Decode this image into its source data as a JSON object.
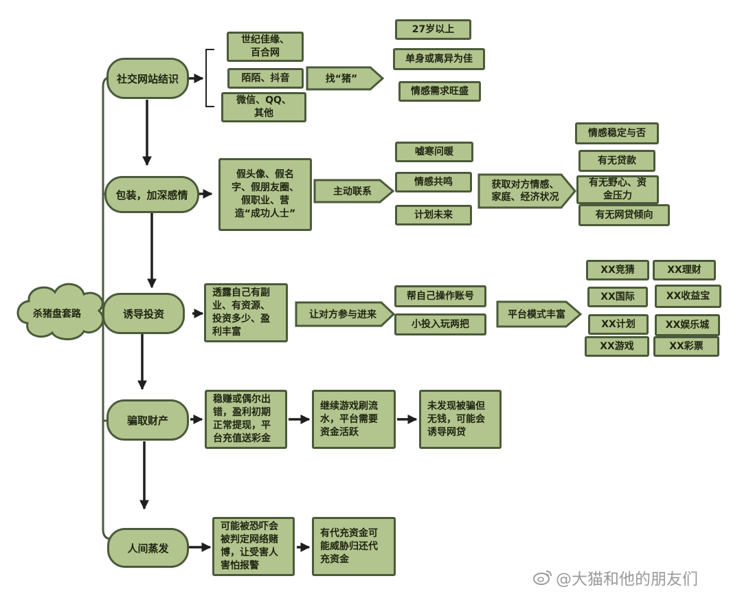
{
  "root": "杀猪盘套路",
  "stages": {
    "social": "社交网站结识",
    "package": "包装，加深感情",
    "invest": "诱导投资",
    "defraud": "骗取财产",
    "vanish": "人间蒸发"
  },
  "social": {
    "platforms": [
      "世纪佳缘、\n百合网",
      "陌陌、抖音",
      "微信、QQ、\n其他"
    ],
    "find_pig": "找“猪”",
    "criteria": [
      "27岁以上",
      "单身或离异为佳",
      "情感需求旺盛"
    ]
  },
  "package": {
    "fake": "假头像、假名\n字、假朋友圈、\n假职业、营\n造“成功人士”",
    "contact": "主动联系",
    "actions": [
      "嘘寒问暖",
      "情感共鸣",
      "计划未来"
    ],
    "obtain": "获取对方情感、\n家庭、经济状况",
    "checks": [
      "情感稳定与否",
      "有无贷款",
      "有无野心、资\n金压力",
      "有无网贷倾向"
    ]
  },
  "invest": {
    "reveal": "透露自己有副\n业、有资源、\n投资多少、盈\n利丰富",
    "participate": "让对方参与进来",
    "ways": [
      "帮自己操作账号",
      "小投入玩两把"
    ],
    "platform": "平台模式丰富",
    "platforms": [
      "XX竞猜",
      "XX理财",
      "XX国际",
      "XX收益宝",
      "XX计划",
      "XX娱乐城",
      "XX游戏",
      "XX彩票"
    ]
  },
  "defraud": {
    "steps": [
      "稳赚或偶尔出\n错，盈利初期\n正常提现，平\n台充值送彩金",
      "继续游戏刷流\n水，平台需要\n资金活跃",
      "未发现被骗但\n无钱，可能会\n诱导网贷"
    ]
  },
  "vanish": {
    "steps": [
      "可能被恐吓会\n被判定网络赌\n博，让受害人\n害怕报警",
      "有代充资金可\n能威胁归还代\n充资金"
    ]
  },
  "watermark": "@大猫和他的朋友们",
  "colors": {
    "node_fill": "#b3c58e",
    "node_border": "#4a5a3a",
    "arrow": "#1f1f1f"
  }
}
